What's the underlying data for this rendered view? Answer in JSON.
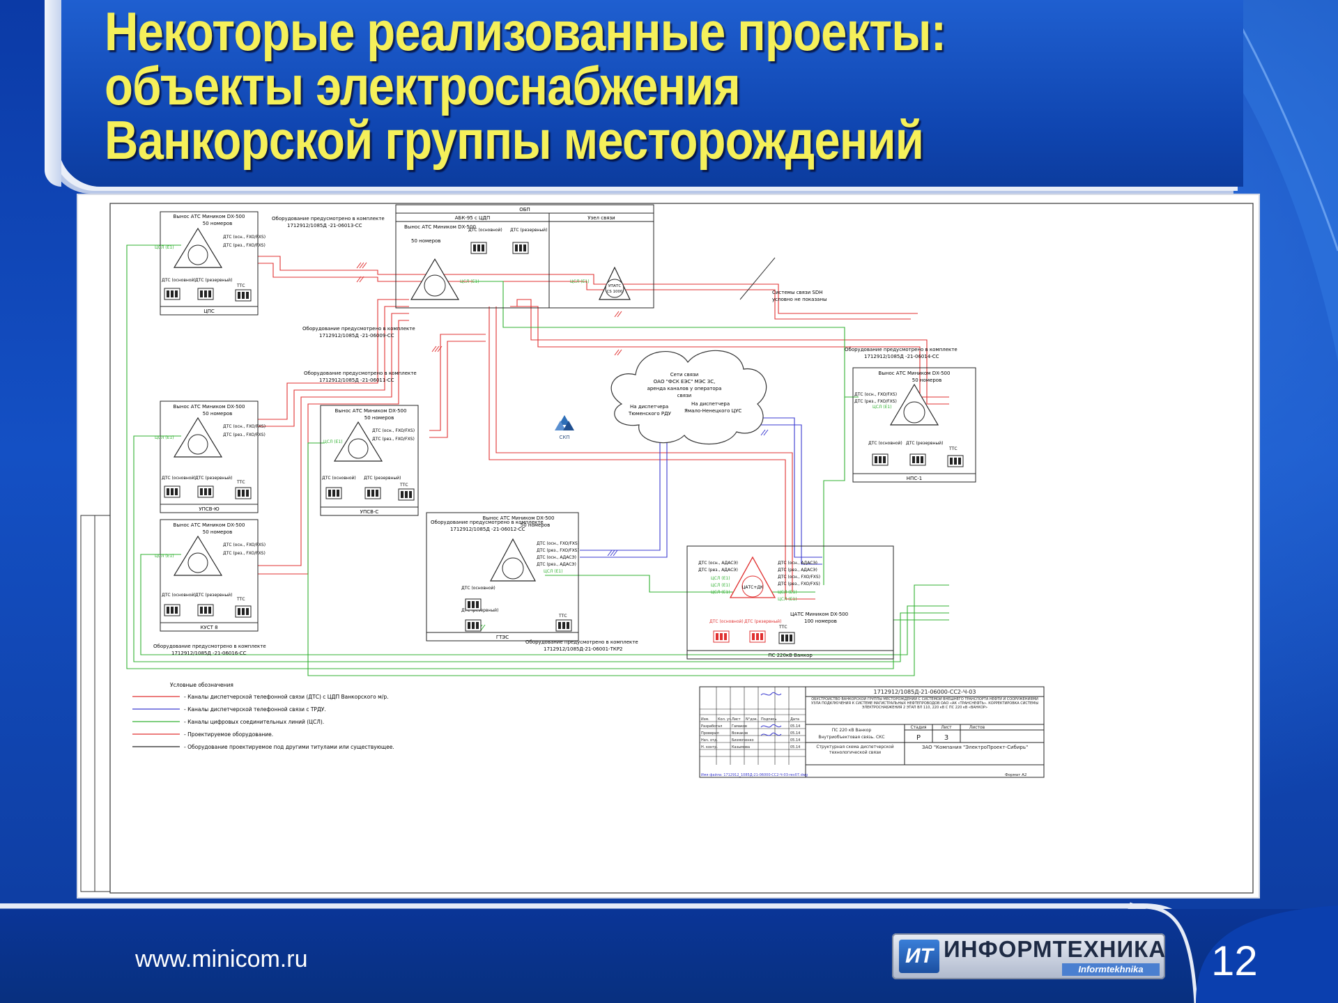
{
  "slide": {
    "title_lines": [
      "Некоторые реализованные проекты:",
      "объекты электроснабжения",
      "Ванкорской группы месторождений"
    ],
    "footer_url": "www.minicom.ru",
    "page_number": "12",
    "logo": {
      "mark": "ИТ",
      "name": "ИНФОРМТЕХНИКА",
      "sub": "Informtekhnika"
    }
  },
  "colors": {
    "dts_channel": "#e03030",
    "trdu_channel": "#3a3ad0",
    "csl_channel": "#30b030",
    "existing": "#222222",
    "title_yellow": "#f5f05a"
  },
  "diagram": {
    "nodes": {
      "cps": {
        "caption": "ЦПС",
        "header": "Вынос АТС Миником DX-500",
        "capacity": "50 номеров"
      },
      "upsv_yu": {
        "caption": "УПСВ-Ю",
        "header": "Вынос АТС Миником DX-500",
        "capacity": "50 номеров"
      },
      "kust8": {
        "caption": "КУСТ 8",
        "header": "Вынос АТС Миником DX-500",
        "capacity": "50 номеров"
      },
      "upsv_s": {
        "caption": "УПСВ-С",
        "header": "Вынос АТС Миником DX-500",
        "capacity": "50 номеров"
      },
      "gtes": {
        "caption": "ГТЭС",
        "header": "Вынос АТС Миником DX-500",
        "capacity": "50 номеров"
      },
      "nps1": {
        "caption": "НПС-1",
        "header": "Вынос АТС Миником DX-500",
        "capacity": "50 номеров"
      },
      "ps220": {
        "caption": "ПС 220кВ Ванкор",
        "header": "ЦАТС Миником DX-500",
        "capacity": "100 номеров",
        "center": "ЦАТС+ДК"
      },
      "obp": {
        "caption": "ОБП",
        "abk": "АБК-95 с ЦДП",
        "uzel": "Узел связи",
        "header": "Вынос АТС Миником DX-500",
        "capacity": "50 номеров",
        "upats": "УПАТС CS 1000"
      }
    },
    "port_labels": {
      "csl": "ЦСЛ (Е1)",
      "dts_main_fxo": "ДТС (осн., FXO/FXS)",
      "dts_res_fxo": "ДТС (рез., FXO/FXS)",
      "dts_main_adas": "ДТС (осн., АДАСЭ)",
      "dts_res_adas": "ДТС (рез., АДАСЭ)",
      "dts_main": "ДТС (основной)",
      "dts_res": "ДТС (резервный)",
      "tts": "ТТС"
    },
    "notes": {
      "n13": {
        "line1": "Оборудование предусмотрено в комплекте",
        "line2": "1712912/1085Д -21-06013-СС"
      },
      "n09": {
        "line1": "Оборудование предусмотрено в комплекте",
        "line2": "1712912/1085Д -21-06009-СС"
      },
      "n11": {
        "line1": "Оборудование предусмотрено в комплекте",
        "line2": "1712912/1085Д -21-06011-СС"
      },
      "n12": {
        "line1": "Оборудование предусмотрено в комплекте",
        "line2": "1712912/1085Д -21-06012-СС"
      },
      "n14": {
        "line1": "Оборудование предусмотрено в комплекте",
        "line2": "1712912/1085Д -21-06014-СС"
      },
      "n16": {
        "line1": "Оборудование предусмотрено в комплекте",
        "line2": "1712912/1085Д -21-06016-СС"
      },
      "n01": {
        "line1": "Оборудование предусмотрено в комплекте",
        "line2": "1712912/1085Д-21-06001-ТКР2"
      },
      "sdh": {
        "line1": "Системы связи SDH",
        "line2": "условно не показаны"
      }
    },
    "cloud": {
      "lines": [
        "Сети связи",
        "ОАО \"ФСК ЕЭС\" МЭС ЗС,",
        "аренда каналов у оператора",
        "связи"
      ],
      "left": [
        "На диспетчера",
        "Тюменского РДУ"
      ],
      "right": [
        "На диспетчера",
        "Ямало-Ненецкого ЦУС"
      ]
    },
    "skp": "СКП",
    "legend": {
      "title": "Условные обозначения",
      "items": [
        "- Каналы диспетчерской телефонной связи (ДТС) с ЦДП Ванкорского м/р.",
        "- Каналы диспетчерской телефонной связи с ТРДУ.",
        "- Каналы цифровых соединительных линий (ЦСЛ).",
        "- Проектируемое оборудование.",
        "- Оборудование проектируемое под другими титулами или существующее."
      ]
    },
    "stamp": {
      "code": "1712912/1085Д-21-06000-СС2-Ч-03",
      "description": "ОБУСТРОЙСТВО ВАНКОРСКОЙ ГРУППЫ МЕСТОРОЖДЕНИЙ С СИСТЕМОЙ ВНЕШНЕГО ТРАНСПОРТА НЕФТИ И СООРУЖЕНИЯМИ УЗЛА ПОДКЛЮЧЕНИЯ К СИСТЕМЕ МАГИСТРАЛЬНЫХ НЕФТЕПРОВОДОВ ОАО «АК «ТРАНСНЕФТЬ». КОРРЕКТИРОВКА СИСТЕМЫ ЭЛЕКТРОСНАБЖЕНИЯ 2 ЭТАП ВЛ 110, 220 кВ С ПС 220 кВ «ВАНКОР»",
      "object": "ПС 220 кВ Ванкор",
      "object_sub": "Внутриобъектовая связь. СКС",
      "stage_label": "Стадия",
      "sheet_label": "Лист",
      "sheets_label": "Листов",
      "stage": "Р",
      "sheet": "3",
      "sheet_title": "Структурная схема диспетчерской технологической связи",
      "company": "ЗАО \"Компания \"ЭлектроПроект-Сибирь\"",
      "format": "Формат А2",
      "roles": [
        "Разработал",
        "Проверил",
        "Нач. отд.",
        "Н. контр."
      ],
      "names": [
        "Гамаков",
        "Вожаков",
        "Бизмоченко",
        "Казымова"
      ],
      "dates": [
        "05.14",
        "05.14",
        "05.14",
        "05.14"
      ],
      "head": [
        "Изм.",
        "Кол. уч.",
        "Лист",
        "N°док.",
        "Подпись",
        "Дата"
      ],
      "file": "Имя файла: 1712912_1085Д-21-06000-СС2-Ч-03-rev07.dwg"
    }
  }
}
